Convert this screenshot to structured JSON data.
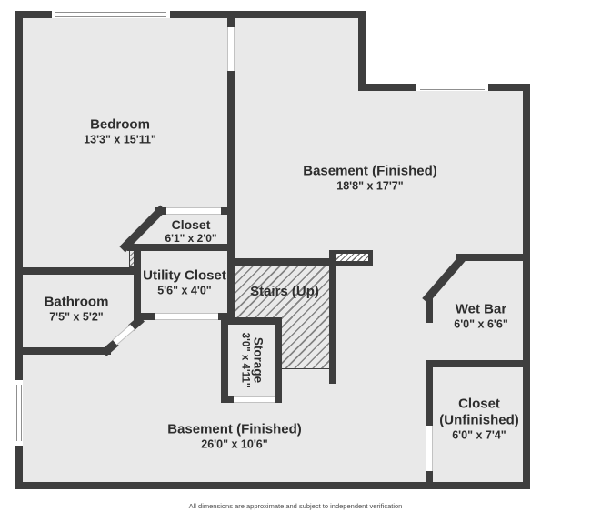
{
  "floorplan": {
    "rooms": {
      "bedroom": {
        "name": "Bedroom",
        "dims": "13'3\" x 15'11\""
      },
      "basement_top": {
        "name": "Basement (Finished)",
        "dims": "18'8\" x 17'7\""
      },
      "closet": {
        "name": "Closet",
        "dims": "6'1\" x 2'0\""
      },
      "utility_closet": {
        "name": "Utility Closet",
        "dims": "5'6\" x 4'0\""
      },
      "bathroom": {
        "name": "Bathroom",
        "dims": "7'5\" x 5'2\""
      },
      "stairs": {
        "name": "Stairs (Up)"
      },
      "storage": {
        "name": "Storage",
        "dims": "3'0\" x 4'11\""
      },
      "wet_bar": {
        "name": "Wet Bar",
        "dims": "6'0\" x 6'6\""
      },
      "closet_unfinished": {
        "name": "Closet (Unfinished)",
        "dims": "6'0\" x 7'4\""
      },
      "basement_bottom": {
        "name": "Basement (Finished)",
        "dims": "26'0\" x 10'6\""
      }
    },
    "footer": "All dimensions are approximate and subject to independent verification"
  },
  "colors": {
    "wall": "#3e3e3e",
    "floor": "#e9e9e9",
    "bg": "#ffffff",
    "text": "#2d2d2d",
    "footer": "#4b4b4b"
  }
}
